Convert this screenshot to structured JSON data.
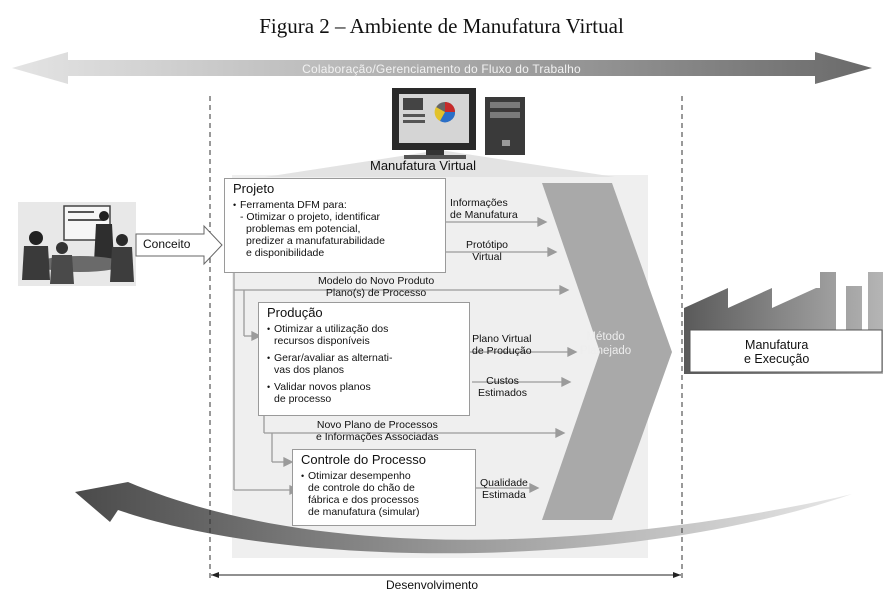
{
  "figure_title": "Figura 2 – Ambiente de Manufatura Virtual",
  "collab_label": "Colaboração/Gerenciamento do Fluxo do Trabalho",
  "virtual_label": "Manufatura Virtual",
  "conceito_label": "Conceito",
  "projeto": {
    "title": "Projeto",
    "bullet_intro": "Ferramenta DFM para:",
    "lines": [
      "- Otimizar o projeto, identificar",
      "problemas em potencial,",
      "predizer a manufaturabilidade",
      "e disponibilidade"
    ]
  },
  "producao": {
    "title": "Produção",
    "bullets": [
      [
        "Otimizar a utilização dos",
        "recursos disponíveis"
      ],
      [
        "Gerar/avaliar as alternati-",
        "vas dos planos"
      ],
      [
        "Validar novos planos",
        "de processo"
      ]
    ]
  },
  "controle": {
    "title": "Controle do Processo",
    "bullet": [
      "Otimizar desempenho",
      "de controle do chão de",
      "fábrica e dos processos",
      "de manufatura (simular)"
    ]
  },
  "flow_labels": {
    "informacoes": [
      "Informações",
      "de Manufatura"
    ],
    "prototipo": [
      "Protótipo",
      "Virtual"
    ],
    "modelo": [
      "Modelo do Novo Produto",
      "Plano(s) de Processo"
    ],
    "plano_virtual": [
      "Plano Virtual",
      "de Produção"
    ],
    "custos": [
      "Custos",
      "Estimados"
    ],
    "novo_plano": [
      "Novo Plano de Processos",
      "e Informações Associadas"
    ],
    "qualidade": [
      "Qualidade",
      "Estimada"
    ]
  },
  "metodo_label": [
    "Método",
    "Planejado"
  ],
  "factory_label": [
    "Manufatura",
    "e Execução"
  ],
  "dev_label": "Desenvolvimento",
  "colors": {
    "arrow_gray": "#9e9e9e",
    "chevron_gray": "#a7a7a7",
    "panel_gray": "#ececec"
  }
}
